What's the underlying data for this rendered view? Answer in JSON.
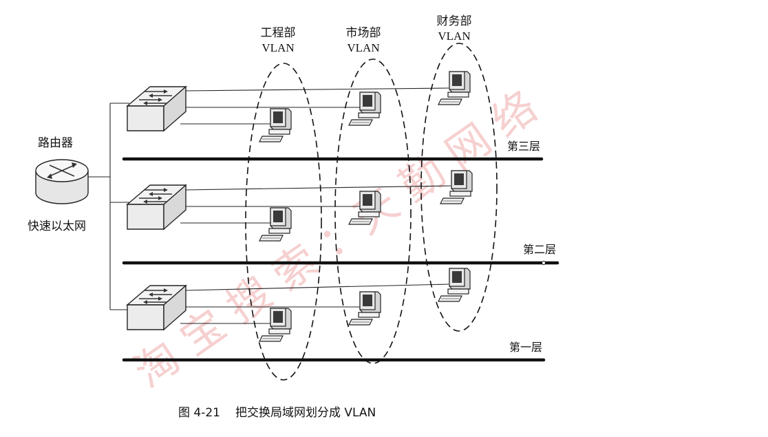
{
  "router": {
    "label": "路由器",
    "network_label": "快速以太网"
  },
  "vlans": [
    {
      "line1": "工程部",
      "line2": "VLAN"
    },
    {
      "line1": "市场部",
      "line2": "VLAN"
    },
    {
      "line1": "财务部",
      "line2": "VLAN"
    }
  ],
  "floors": [
    {
      "label": "第三层"
    },
    {
      "label": "第二层"
    },
    {
      "label": "第一层"
    }
  ],
  "caption": {
    "number": "图 4-21",
    "text": "把交换局域网划分成 VLAN"
  },
  "watermark": "淘宝搜索：天勤网络"
}
